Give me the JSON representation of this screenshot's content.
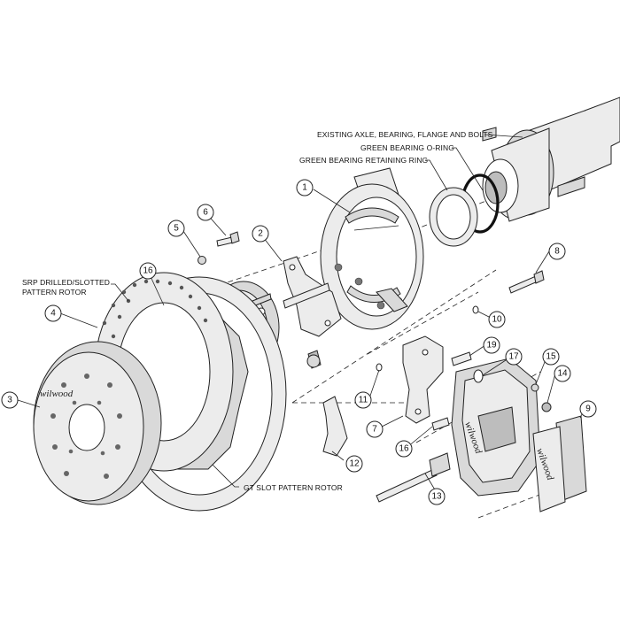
{
  "labels": {
    "existing_axle": "EXISTING AXLE, BEARING, FLANGE AND BOLTS",
    "green_oring": "GREEN BEARING O-RING",
    "green_retaining_ring": "GREEN BEARING RETAINING RING",
    "srp_rotor_line1": "SRP DRILLED/SLOTTED",
    "srp_rotor_line2": "PATTERN ROTOR",
    "gt_rotor": "GT SLOT PATTERN ROTOR"
  },
  "callouts": [
    "1",
    "2",
    "3",
    "4",
    "5",
    "6",
    "7",
    "8",
    "9",
    "10",
    "11",
    "12",
    "13",
    "14",
    "15",
    "16",
    "16",
    "17",
    "19"
  ],
  "brand_marks": [
    "wilwood"
  ],
  "colors": {
    "line": "#222222",
    "part_fill": "#d9d9d9",
    "o_ring": "#111111",
    "background": "#ffffff"
  }
}
